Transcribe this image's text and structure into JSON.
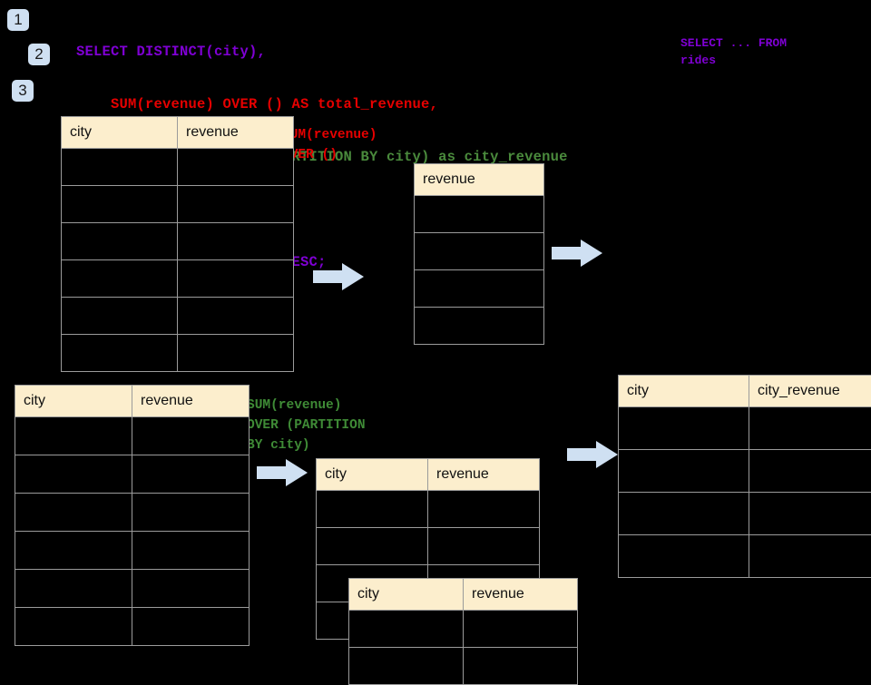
{
  "page": {
    "background": "#000000",
    "header_fill": "#fceecd",
    "grid_line": "#9b9b9b",
    "badge_fill": "#cfe0f2",
    "arrow_fill": "#cfe0f2"
  },
  "steps": [
    {
      "label": "1"
    },
    {
      "label": "2"
    },
    {
      "label": "3"
    }
  ],
  "sql": {
    "lines": [
      {
        "text": "SELECT DISTINCT(city),",
        "color": "violet"
      },
      {
        "text": "    SUM(revenue) OVER () AS total_revenue,",
        "color": "red"
      },
      {
        "text": "    SUM(revenue) OVER (PARTITION BY city) as city_revenue",
        "color": "green"
      },
      {
        "text": "  FROM rides",
        "color": "violet"
      },
      {
        "text": "  ORDER by city_revenue DESC;",
        "color": "violet"
      }
    ]
  },
  "sidenote": {
    "text": "SELECT ... FROM\nrides"
  },
  "annotations": {
    "total_revenue": "SUM(revenue)\nOVER ()",
    "city_revenue": "SUM(revenue)\nOVER (PARTITION\nBY city)"
  },
  "tables": {
    "source_top": {
      "name": "rides-source-top",
      "columns": [
        "city",
        "revenue"
      ],
      "row_count": 6,
      "rows": [
        [
          "",
          ""
        ],
        [
          "",
          ""
        ],
        [
          "",
          ""
        ],
        [
          "",
          ""
        ],
        [
          "",
          ""
        ],
        [
          "",
          ""
        ]
      ]
    },
    "total_revenue": {
      "name": "total-revenue-result",
      "columns": [
        "revenue"
      ],
      "row_count": 4,
      "rows": [
        [
          ""
        ],
        [
          ""
        ],
        [
          ""
        ],
        [
          ""
        ]
      ]
    },
    "source_bottom": {
      "name": "rides-source-bottom",
      "columns": [
        "city",
        "revenue"
      ],
      "row_count": 6,
      "rows": [
        [
          "",
          ""
        ],
        [
          "",
          ""
        ],
        [
          "",
          ""
        ],
        [
          "",
          ""
        ],
        [
          "",
          ""
        ],
        [
          "",
          ""
        ]
      ]
    },
    "partition_a": {
      "name": "partition-group-a",
      "columns": [
        "city",
        "revenue"
      ],
      "row_count": 4,
      "rows": [
        [
          "",
          ""
        ],
        [
          "",
          ""
        ],
        [
          "",
          ""
        ],
        [
          "",
          ""
        ]
      ]
    },
    "partition_b": {
      "name": "partition-group-b",
      "columns": [
        "city",
        "revenue"
      ],
      "row_count": 2,
      "rows": [
        [
          "",
          ""
        ],
        [
          "",
          ""
        ]
      ]
    },
    "final_result": {
      "name": "final-result",
      "columns": [
        "city",
        "city_revenue"
      ],
      "row_count": 4,
      "rows": [
        [
          "",
          ""
        ],
        [
          "",
          ""
        ],
        [
          "",
          ""
        ],
        [
          "",
          ""
        ]
      ]
    }
  },
  "arrows": [
    {
      "name": "arrow-source-to-total"
    },
    {
      "name": "arrow-total-to-final"
    },
    {
      "name": "arrow-source-to-partition"
    },
    {
      "name": "arrow-partition-to-final"
    }
  ]
}
